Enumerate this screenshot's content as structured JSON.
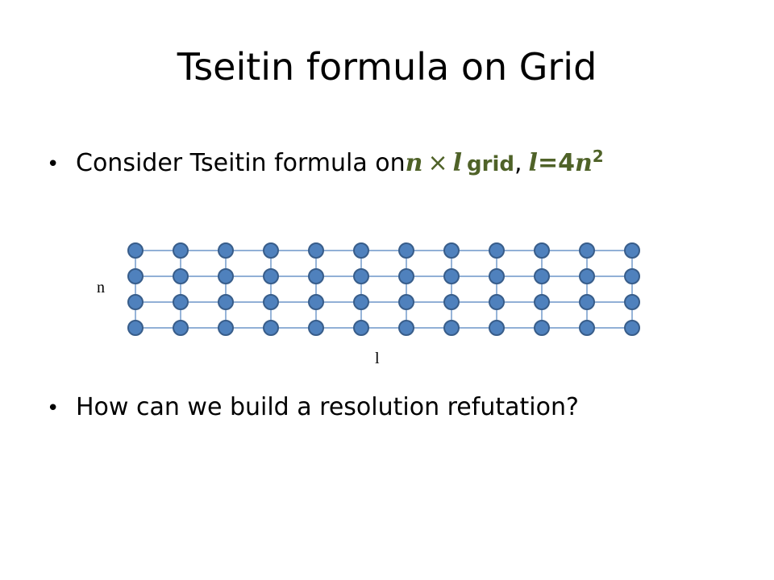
{
  "slide": {
    "title": "Tseitin formula on Grid",
    "bullet_glyph": "•",
    "bullet1": {
      "prefix": "Consider Tseitin formula on ",
      "var_n": "n",
      "times": "×",
      "var_l": "l",
      "grid_word": "grid",
      "comma": ",",
      "eq_l": "l",
      "eq_sign": "=4",
      "eq_n": "n",
      "exponent": "2"
    },
    "bullet2": "How can we build a resolution refutation?"
  },
  "grid": {
    "rows": 4,
    "cols": 12,
    "node_fill": "#4f81bd",
    "node_stroke": "#385d8a",
    "edge_color": "#4f81bd",
    "label_n": "n",
    "label_l": "l"
  },
  "colors": {
    "math_accent": "#4f6228"
  }
}
